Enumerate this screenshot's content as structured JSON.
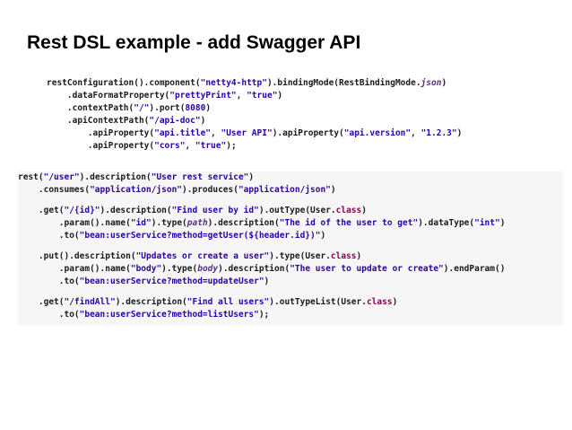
{
  "slide": {
    "title": "Rest DSL example - add Swagger API"
  },
  "code_blocks": [
    {
      "name": "rest-configuration-code",
      "lines": [
        [
          {
            "t": "restConfiguration().component(",
            "k": "plain"
          },
          {
            "t": "\"netty4-http\"",
            "k": "string"
          },
          {
            "t": ").bindingMode(RestBindingMode.",
            "k": "plain"
          },
          {
            "t": "json",
            "k": "italic"
          },
          {
            "t": ")",
            "k": "plain"
          }
        ],
        [
          {
            "t": "    .dataFormatProperty(",
            "k": "plain"
          },
          {
            "t": "\"prettyPrint\"",
            "k": "string"
          },
          {
            "t": ", ",
            "k": "plain"
          },
          {
            "t": "\"true\"",
            "k": "string"
          },
          {
            "t": ")",
            "k": "plain"
          }
        ],
        [
          {
            "t": "    .contextPath(",
            "k": "plain"
          },
          {
            "t": "\"/\"",
            "k": "string"
          },
          {
            "t": ").port(",
            "k": "plain"
          },
          {
            "t": "8080",
            "k": "number"
          },
          {
            "t": ")",
            "k": "plain"
          }
        ],
        [
          {
            "t": "    .apiContextPath(",
            "k": "plain"
          },
          {
            "t": "\"/api-doc\"",
            "k": "string"
          },
          {
            "t": ")",
            "k": "plain"
          }
        ],
        [
          {
            "t": "        .apiProperty(",
            "k": "plain"
          },
          {
            "t": "\"api.title\"",
            "k": "string"
          },
          {
            "t": ", ",
            "k": "plain"
          },
          {
            "t": "\"User API\"",
            "k": "string"
          },
          {
            "t": ").apiProperty(",
            "k": "plain"
          },
          {
            "t": "\"api.version\"",
            "k": "string"
          },
          {
            "t": ", ",
            "k": "plain"
          },
          {
            "t": "\"1.2.3\"",
            "k": "string"
          },
          {
            "t": ")",
            "k": "plain"
          }
        ],
        [
          {
            "t": "        .apiProperty(",
            "k": "plain"
          },
          {
            "t": "\"cors\"",
            "k": "string"
          },
          {
            "t": ", ",
            "k": "plain"
          },
          {
            "t": "\"true\"",
            "k": "string"
          },
          {
            "t": ");",
            "k": "plain"
          }
        ]
      ]
    },
    {
      "name": "rest-routes-code",
      "lines": [
        [
          {
            "t": "rest(",
            "k": "plain"
          },
          {
            "t": "\"/user\"",
            "k": "string"
          },
          {
            "t": ").description(",
            "k": "plain"
          },
          {
            "t": "\"User rest service\"",
            "k": "string"
          },
          {
            "t": ")",
            "k": "plain"
          }
        ],
        [
          {
            "t": "    .consumes(",
            "k": "plain"
          },
          {
            "t": "\"application/json\"",
            "k": "string"
          },
          {
            "t": ").produces(",
            "k": "plain"
          },
          {
            "t": "\"application/json\"",
            "k": "string"
          },
          {
            "t": ")",
            "k": "plain"
          }
        ],
        [],
        [
          {
            "t": "    .get(",
            "k": "plain"
          },
          {
            "t": "\"/{id}\"",
            "k": "string"
          },
          {
            "t": ").description(",
            "k": "plain"
          },
          {
            "t": "\"Find user by id\"",
            "k": "string"
          },
          {
            "t": ").outType(User.",
            "k": "plain"
          },
          {
            "t": "class",
            "k": "keyword"
          },
          {
            "t": ")",
            "k": "plain"
          }
        ],
        [
          {
            "t": "        .param().name(",
            "k": "plain"
          },
          {
            "t": "\"id\"",
            "k": "string"
          },
          {
            "t": ").type(",
            "k": "plain"
          },
          {
            "t": "path",
            "k": "italic"
          },
          {
            "t": ").description(",
            "k": "plain"
          },
          {
            "t": "\"The id of the user to get\"",
            "k": "string"
          },
          {
            "t": ").dataType(",
            "k": "plain"
          },
          {
            "t": "\"int\"",
            "k": "string"
          },
          {
            "t": ")",
            "k": "plain"
          }
        ],
        [
          {
            "t": "        .to(",
            "k": "plain"
          },
          {
            "t": "\"bean:userService?method=getUser(${header.id})\"",
            "k": "string"
          },
          {
            "t": ")",
            "k": "plain"
          }
        ],
        [],
        [
          {
            "t": "    .put().description(",
            "k": "plain"
          },
          {
            "t": "\"Updates or create a user\"",
            "k": "string"
          },
          {
            "t": ").type(User.",
            "k": "plain"
          },
          {
            "t": "class",
            "k": "keyword"
          },
          {
            "t": ")",
            "k": "plain"
          }
        ],
        [
          {
            "t": "        .param().name(",
            "k": "plain"
          },
          {
            "t": "\"body\"",
            "k": "string"
          },
          {
            "t": ").type(",
            "k": "plain"
          },
          {
            "t": "body",
            "k": "italic"
          },
          {
            "t": ").description(",
            "k": "plain"
          },
          {
            "t": "\"The user to update or create\"",
            "k": "string"
          },
          {
            "t": ").endParam()",
            "k": "plain"
          }
        ],
        [
          {
            "t": "        .to(",
            "k": "plain"
          },
          {
            "t": "\"bean:userService?method=updateUser\"",
            "k": "string"
          },
          {
            "t": ")",
            "k": "plain"
          }
        ],
        [],
        [
          {
            "t": "    .get(",
            "k": "plain"
          },
          {
            "t": "\"/findAll\"",
            "k": "string"
          },
          {
            "t": ").description(",
            "k": "plain"
          },
          {
            "t": "\"Find all users\"",
            "k": "string"
          },
          {
            "t": ").outTypeList(User.",
            "k": "plain"
          },
          {
            "t": "class",
            "k": "keyword"
          },
          {
            "t": ")",
            "k": "plain"
          }
        ],
        [
          {
            "t": "        .to(",
            "k": "plain"
          },
          {
            "t": "\"bean:userService?method=listUsers\"",
            "k": "string"
          },
          {
            "t": ");",
            "k": "plain"
          }
        ]
      ]
    }
  ]
}
